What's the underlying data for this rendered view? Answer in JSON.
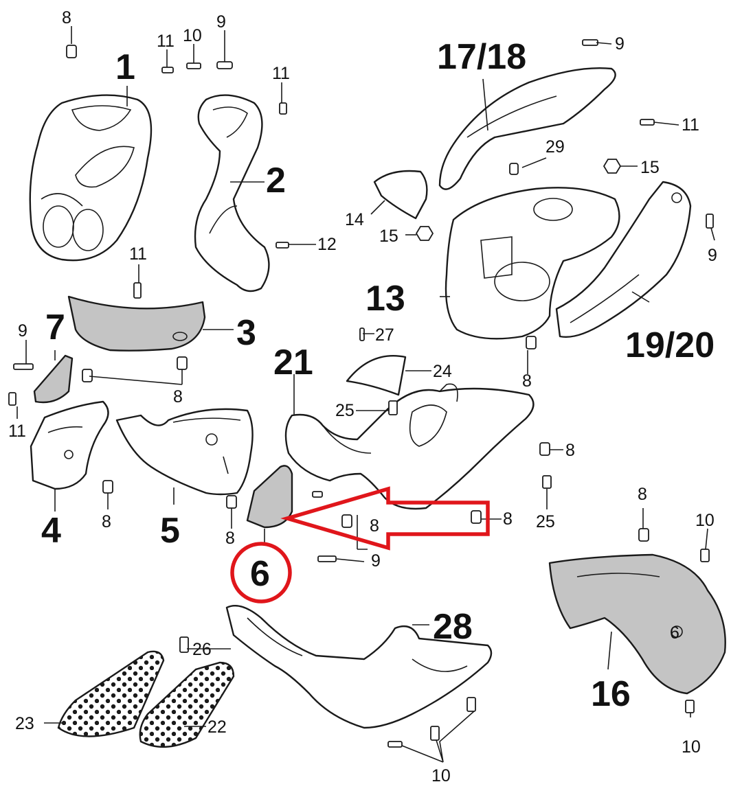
{
  "diagram": {
    "big_labels": [
      "1",
      "2",
      "3",
      "4",
      "5",
      "6",
      "7",
      "13",
      "16",
      "17/18",
      "19/20",
      "21",
      "28"
    ],
    "small_labels": [
      "8",
      "9",
      "10",
      "11",
      "12",
      "14",
      "15",
      "22",
      "23",
      "24",
      "25",
      "26",
      "27",
      "29"
    ],
    "inline_part_mark": "6",
    "colors": {
      "line": "#1a1a1a",
      "highlight_red": "#e0161b",
      "grey_fill": "#c4c4c4",
      "background": "#ffffff"
    }
  }
}
